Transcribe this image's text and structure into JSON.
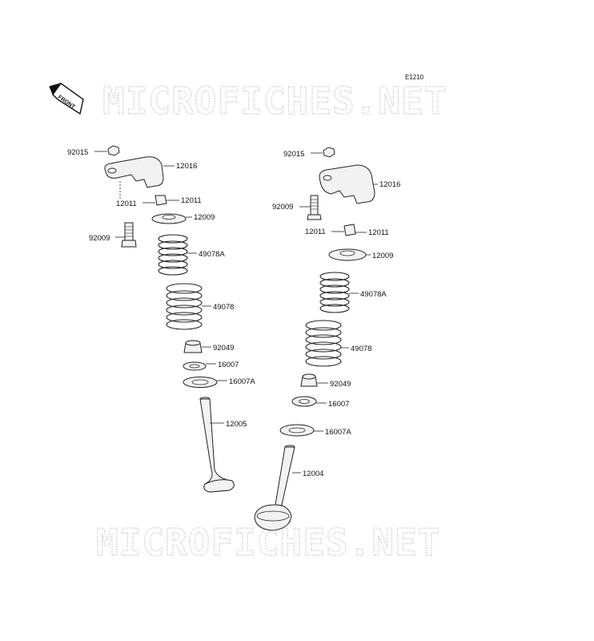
{
  "diagram_code": "E1210",
  "watermark": "MICROFICHES.NET",
  "front_badge": "FRONT",
  "left_labels": [
    {
      "id": "l1",
      "text": "92015"
    },
    {
      "id": "l2",
      "text": "12016"
    },
    {
      "id": "l3",
      "text": "12011"
    },
    {
      "id": "l4",
      "text": "12011"
    },
    {
      "id": "l5",
      "text": "12009"
    },
    {
      "id": "l6",
      "text": "92009"
    },
    {
      "id": "l7",
      "text": "49078A"
    },
    {
      "id": "l8",
      "text": "49078"
    },
    {
      "id": "l9",
      "text": "92049"
    },
    {
      "id": "l10",
      "text": "16007"
    },
    {
      "id": "l11",
      "text": "16007A"
    },
    {
      "id": "l12",
      "text": "12005"
    }
  ],
  "right_labels": [
    {
      "id": "r1",
      "text": "92015"
    },
    {
      "id": "r2",
      "text": "12016"
    },
    {
      "id": "r3",
      "text": "92009"
    },
    {
      "id": "r4",
      "text": "12011"
    },
    {
      "id": "r5",
      "text": "12011"
    },
    {
      "id": "r6",
      "text": "12009"
    },
    {
      "id": "r7",
      "text": "49078A"
    },
    {
      "id": "r8",
      "text": "49078"
    },
    {
      "id": "r9",
      "text": "92049"
    },
    {
      "id": "r10",
      "text": "16007"
    },
    {
      "id": "r11",
      "text": "16007A"
    },
    {
      "id": "r12",
      "text": "12004"
    }
  ]
}
